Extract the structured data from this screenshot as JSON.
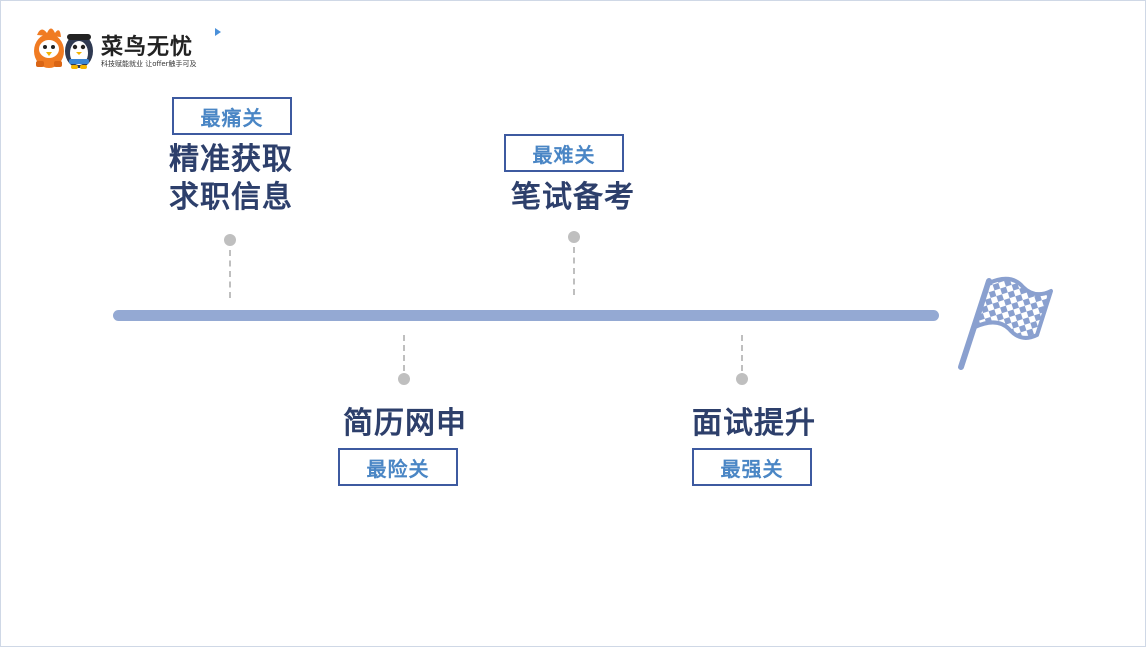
{
  "logo": {
    "title": "菜鸟无忧",
    "slogan": "科技赋能就业 让offer触手可及"
  },
  "stages": [
    {
      "title_line1": "精准获取",
      "title_line2": "求职信息",
      "badge": "最痛关",
      "position": "above"
    },
    {
      "title_line1": "简历网申",
      "title_line2": "",
      "badge": "最险关",
      "position": "below"
    },
    {
      "title_line1": "笔试备考",
      "title_line2": "",
      "badge": "最难关",
      "position": "above"
    },
    {
      "title_line1": "面试提升",
      "title_line2": "",
      "badge": "最强关",
      "position": "below"
    }
  ],
  "colors": {
    "timeline": "#94a9d3",
    "badge_border": "#3d5aa0",
    "badge_text": "#4a86c5",
    "title_text": "#2d3f6b",
    "connector": "#bfbfbf"
  },
  "icons": {
    "logo": "mascot-bird-and-penguin-icon",
    "finish": "checkered-flag-icon"
  }
}
